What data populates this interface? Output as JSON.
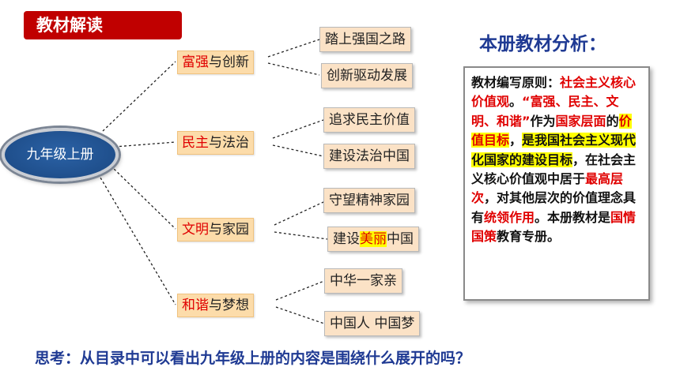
{
  "header": {
    "title": "教材解读"
  },
  "diagram": {
    "root": "九年级上册",
    "branches": [
      {
        "highlight": "富强",
        "rest": "与创新",
        "children": [
          "踏上强国之路",
          "创新驱动发展"
        ]
      },
      {
        "highlight": "民主",
        "rest": "与法治",
        "children": [
          "追求民主价值",
          "建设法治中国"
        ]
      },
      {
        "highlight": "文明",
        "rest": "与家园",
        "children": [
          "守望精神家园",
          {
            "pre": "建设",
            "mark": "美丽",
            "post": "中国"
          }
        ]
      },
      {
        "highlight": "和谐",
        "rest": "与梦想",
        "children": [
          "中华一家亲",
          "中国人  中国梦"
        ]
      }
    ]
  },
  "analysis": {
    "title": "本册教材分析：",
    "paragraph": [
      {
        "t": "教材编写原则："
      },
      {
        "t": "社会主义核心价值观",
        "red": true
      },
      {
        "t": "。"
      },
      {
        "t": "“富强、民主、文明、和谐”",
        "red": true
      },
      {
        "t": "作为"
      },
      {
        "t": "国家层面",
        "red": true
      },
      {
        "t": "的"
      },
      {
        "t": "价值目标",
        "red": true,
        "yellow": true
      },
      {
        "t": "，"
      },
      {
        "t": "是我国社会主义现代化国家的建设目标",
        "yellow": true
      },
      {
        "t": "，在社会主义核心价值观中居于"
      },
      {
        "t": "最高层次",
        "red": true
      },
      {
        "t": "，对其他层次的价值理念具有"
      },
      {
        "t": "统领作用",
        "red": true
      },
      {
        "t": "。本册教材是"
      },
      {
        "t": "国情国策",
        "red": true
      },
      {
        "t": "教育专册。"
      }
    ]
  },
  "question": "思考：从目录中可以看出九年级上册的内容是围绕什么展开的吗？",
  "colors": {
    "accent_red": "#c00000",
    "title_blue": "#1f3a93",
    "root_blue": "#1f4f8c",
    "branch_bg": "#fcdcaa",
    "leaf_bg": "#fbe2c6",
    "highlight_yellow": "#ffff00"
  }
}
